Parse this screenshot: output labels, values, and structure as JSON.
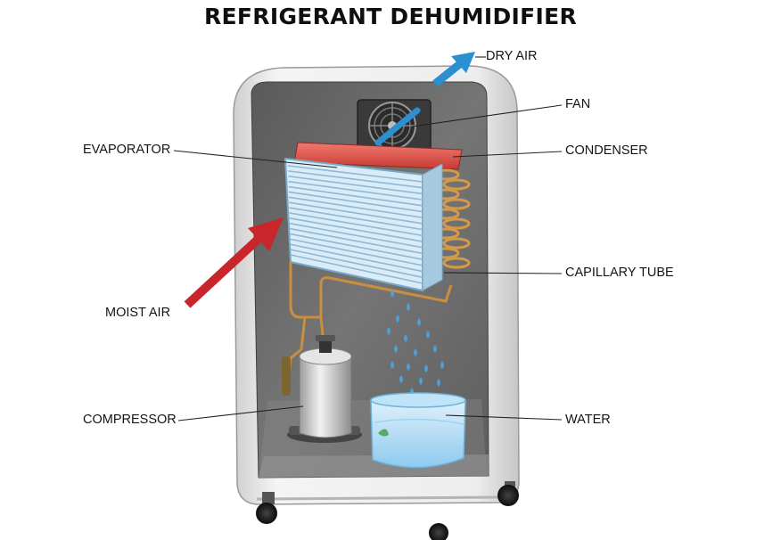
{
  "title": "REFRIGERANT DEHUMIDIFIER",
  "labels": {
    "dry_air": "DRY AIR",
    "fan": "FAN",
    "evaporator": "EVAPORATOR",
    "condenser": "CONDENSER",
    "capillary_tube": "CAPILLARY TUBE",
    "moist_air": "MOIST AIR",
    "compressor": "COMPRESSOR",
    "water": "WATER"
  },
  "colors": {
    "dry_air_arrow": "#2b8fd0",
    "moist_air_arrow": "#c9262b",
    "condenser": "#e8584e",
    "evaporator": "#cfe6f5",
    "copper_pipe": "#d49a4a",
    "water_drop": "#4e9fd6",
    "interior": "#6b6b6b",
    "housing": "#e9e9e9"
  },
  "icons": {
    "fan": "fan-icon",
    "compressor": "compressor-icon",
    "water_tank": "water-tank-icon"
  }
}
